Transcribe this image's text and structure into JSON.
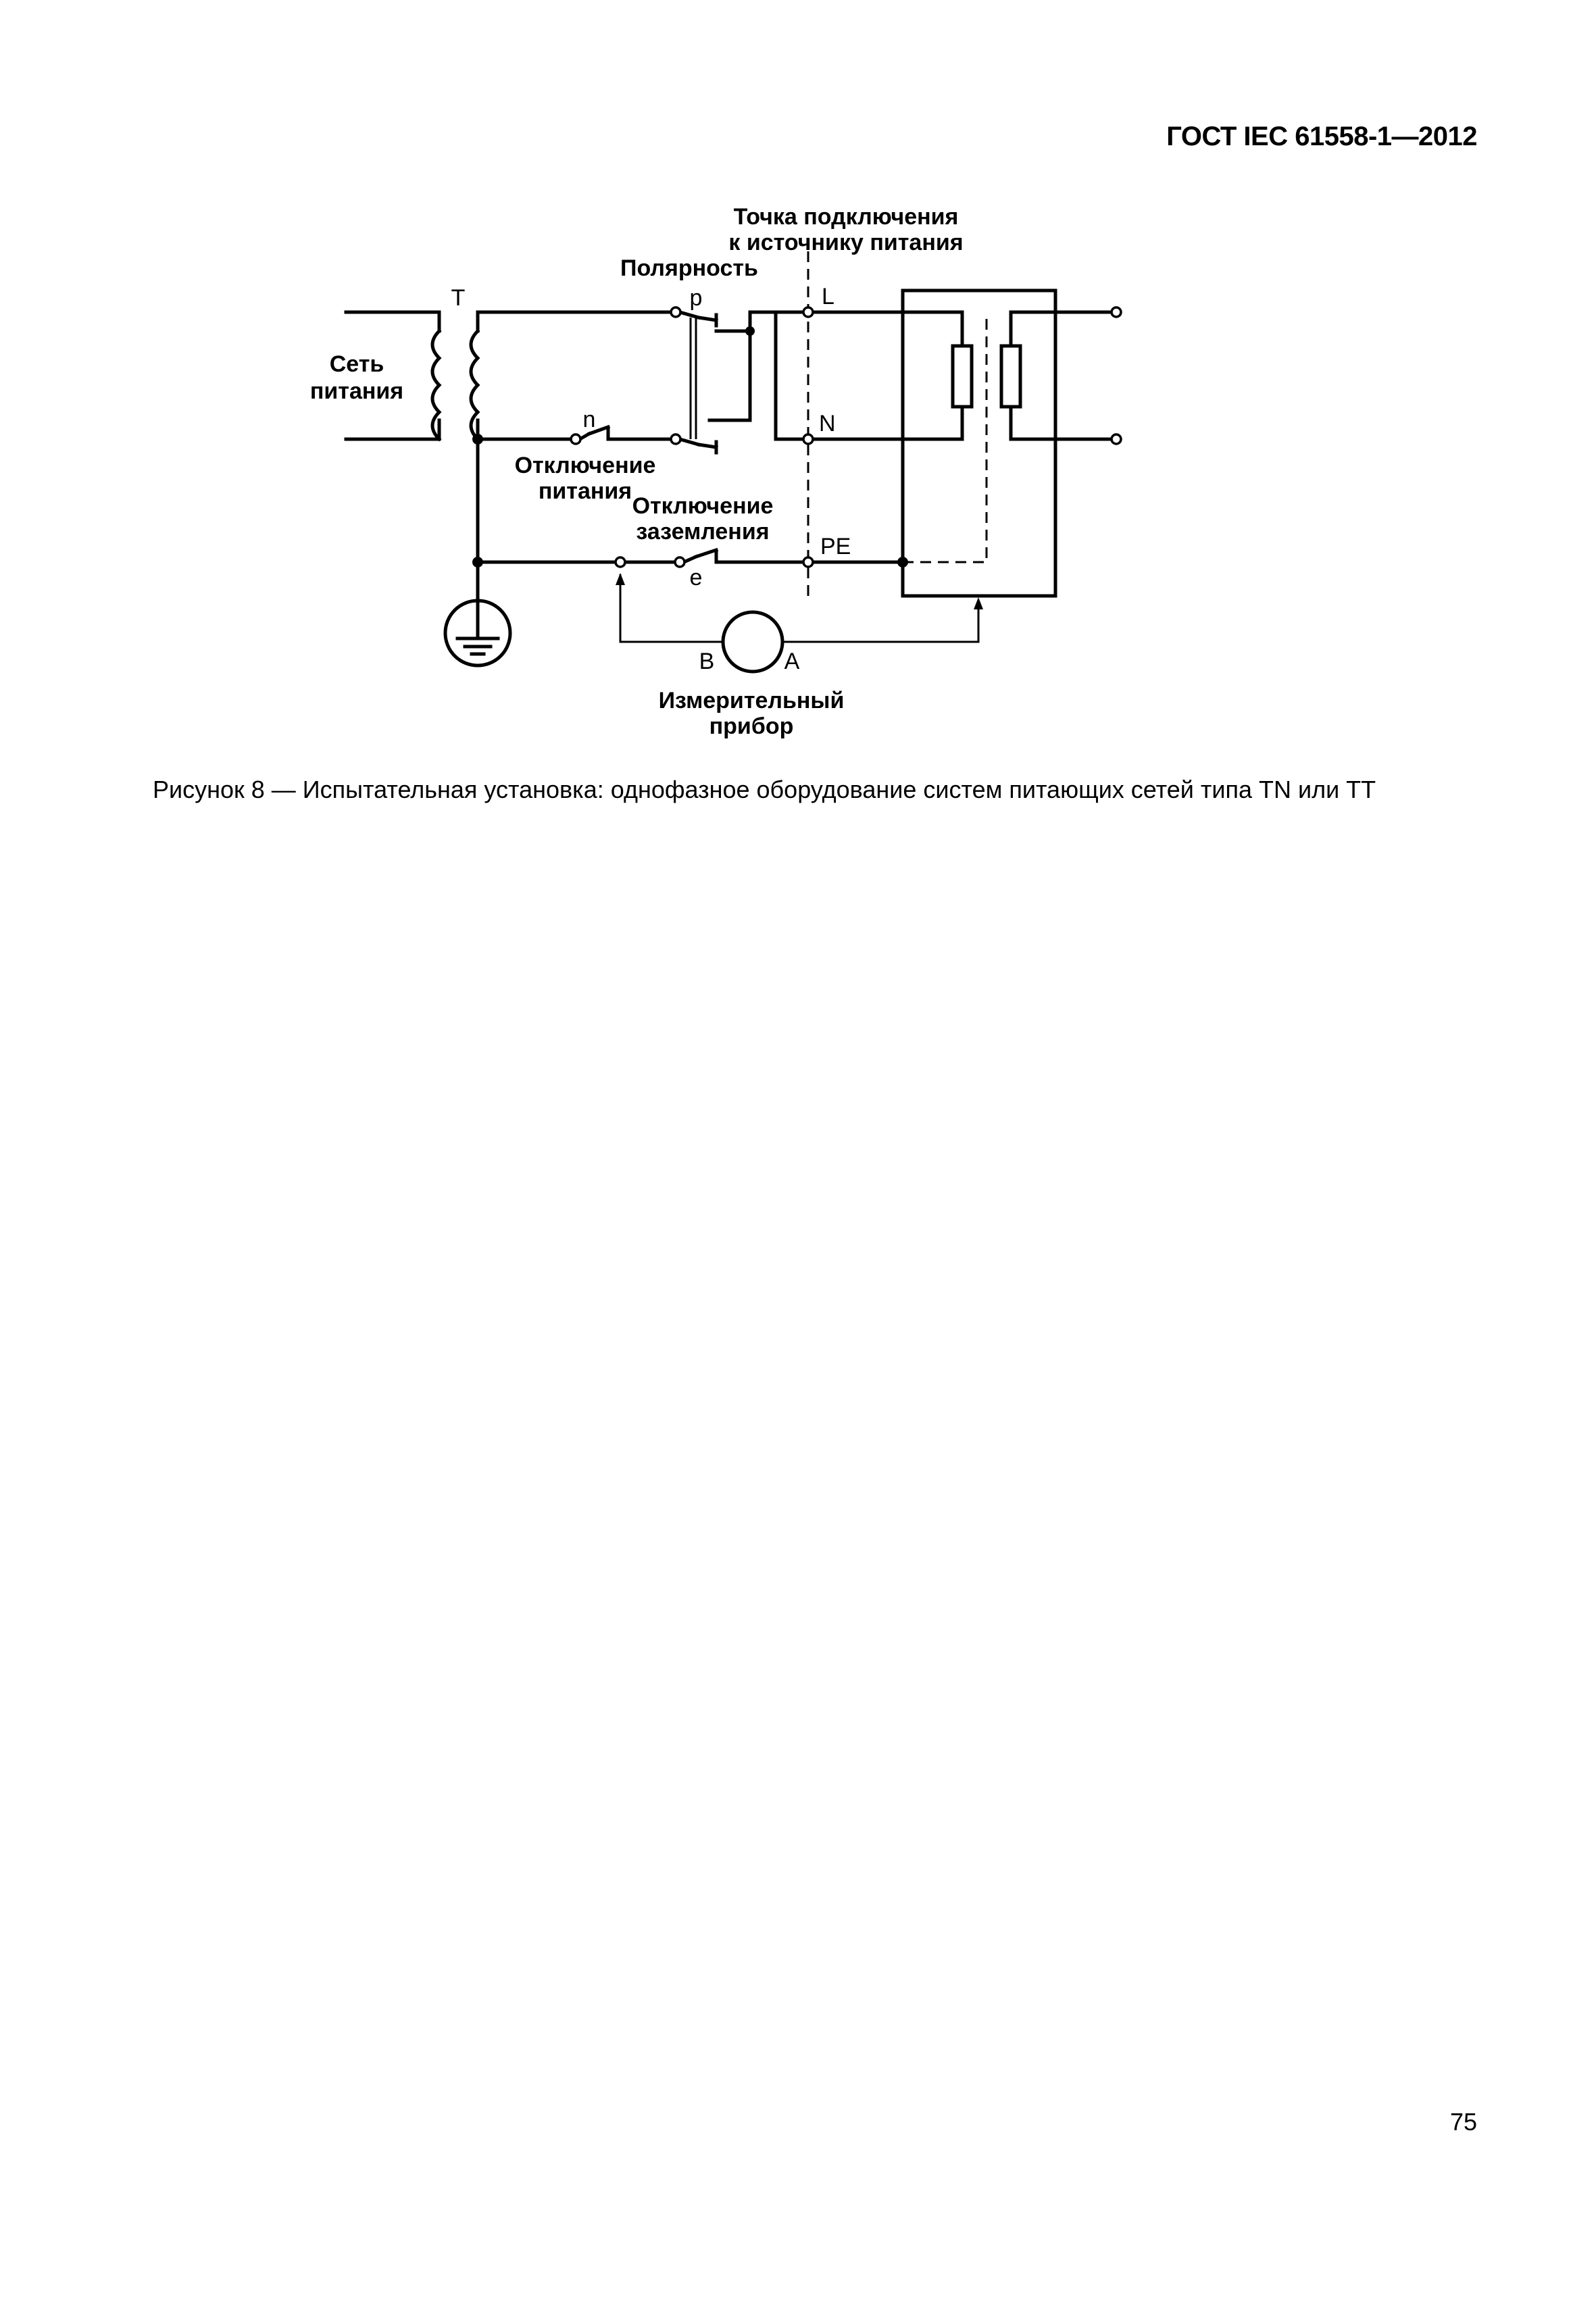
{
  "header": {
    "standard_id": "ГОСТ IEC 61558-1—2012"
  },
  "figure": {
    "labels": {
      "connection_point_line1": "Точка подключения",
      "connection_point_line2": "к источнику питания",
      "polarity": "Полярность",
      "transformer": "T",
      "supply_network_line1": "Сеть",
      "supply_network_line2": "питания",
      "switch_p": "p",
      "switch_n": "n",
      "switch_e": "e",
      "terminal_L": "L",
      "terminal_N": "N",
      "terminal_PE": "PE",
      "supply_disconnect_line1": "Отключение",
      "supply_disconnect_line2": "питания",
      "earth_disconnect_line1": "Отключение",
      "earth_disconnect_line2": "заземления",
      "meter_B": "B",
      "meter_A": "A",
      "meter_line1": "Измерительный",
      "meter_line2": "прибор"
    }
  },
  "caption": "Рисунок 8 — Испытательная установка: однофазное оборудование систем питающих сетей типа TN или TT",
  "page_number": "75"
}
